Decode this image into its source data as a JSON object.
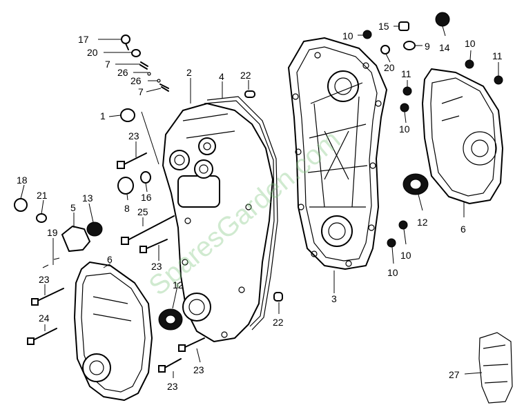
{
  "watermark": "SparesGarden.com",
  "callouts": [
    "17",
    "20",
    "7",
    "26",
    "26",
    "7",
    "1",
    "2",
    "4",
    "22",
    "23",
    "18",
    "21",
    "5",
    "13",
    "8",
    "16",
    "25",
    "19",
    "23",
    "6",
    "24",
    "23",
    "12",
    "22",
    "23",
    "23",
    "3",
    "10",
    "15",
    "9",
    "14",
    "10",
    "11",
    "20",
    "11",
    "10",
    "12",
    "6",
    "10",
    "10",
    "27"
  ]
}
